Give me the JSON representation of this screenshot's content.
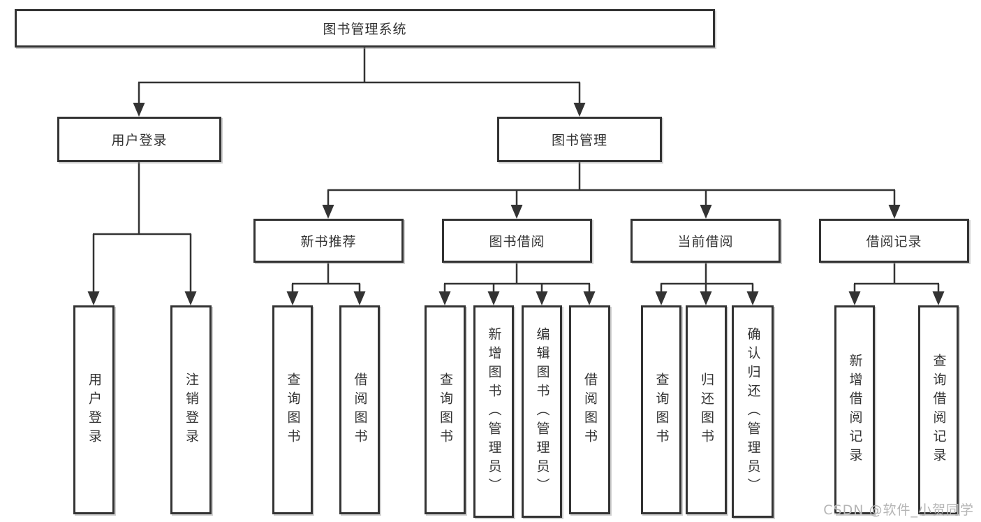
{
  "tree": {
    "root": {
      "label": "图书管理系统"
    },
    "branches": [
      {
        "label": "用户登录",
        "children": [
          {
            "label": "用户登录"
          },
          {
            "label": "注销登录"
          }
        ]
      },
      {
        "label": "图书管理",
        "children": [
          {
            "label": "新书推荐",
            "children": [
              {
                "label": "查询图书"
              },
              {
                "label": "借阅图书"
              }
            ]
          },
          {
            "label": "图书借阅",
            "children": [
              {
                "label": "查询图书"
              },
              {
                "label": "新增图书（管理员）"
              },
              {
                "label": "编辑图书（管理员）"
              },
              {
                "label": "借阅图书"
              }
            ]
          },
          {
            "label": "当前借阅",
            "children": [
              {
                "label": "查询图书"
              },
              {
                "label": "归还图书"
              },
              {
                "label": "确认归还（管理员）"
              }
            ]
          },
          {
            "label": "借阅记录",
            "children": [
              {
                "label": "新增借阅记录"
              },
              {
                "label": "查询借阅记录"
              }
            ]
          }
        ]
      }
    ]
  },
  "watermark": "CSDN @软件_小贺同学",
  "colors": {
    "line": "#333333",
    "text": "#333333",
    "background": "#ffffff",
    "watermark": "#b5b5b5"
  }
}
